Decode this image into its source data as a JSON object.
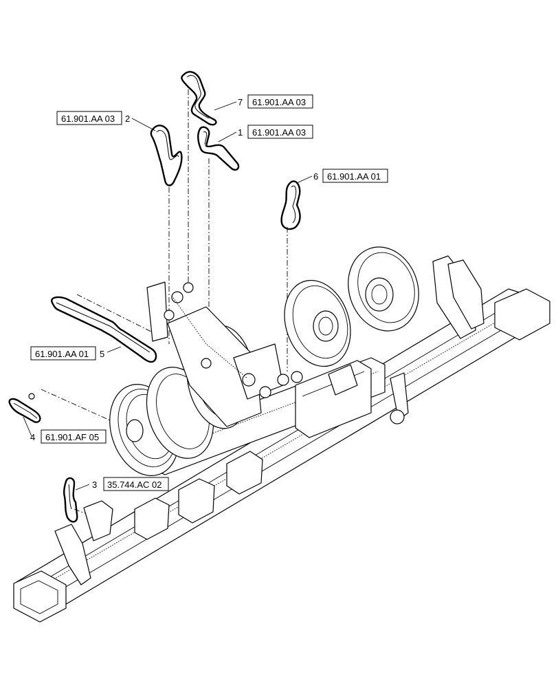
{
  "callouts": [
    {
      "id": "7",
      "number": "7",
      "ref": "61.901.AA 03"
    },
    {
      "id": "2",
      "number": "2",
      "ref": "61.901.AA 03"
    },
    {
      "id": "1",
      "number": "1",
      "ref": "61.901.AA 03"
    },
    {
      "id": "6",
      "number": "6",
      "ref": "61.901.AA 01"
    },
    {
      "id": "5",
      "number": "5",
      "ref": "61.901.AA 01"
    },
    {
      "id": "4",
      "number": "4",
      "ref": "61.901.AF 05"
    },
    {
      "id": "3",
      "number": "3",
      "ref": "35.744.AC 02"
    }
  ]
}
